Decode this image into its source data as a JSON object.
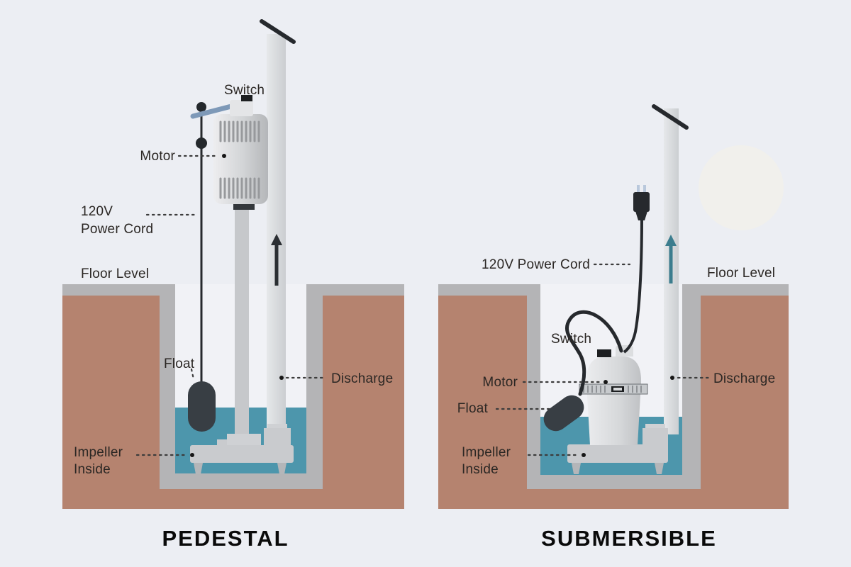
{
  "colors": {
    "background": "#eceef3",
    "pit_cavity": "#f1f2f6",
    "soil": "#b5836f",
    "concrete": "#b4b4b6",
    "water": "#4d96ac",
    "metal_light": "#e3e5e8",
    "metal_mid": "#c6c8cb",
    "dark": "#26292d",
    "arrow_dark": "#2b2f33",
    "arrow_teal": "#3c7d8e",
    "lever_blue": "#7e99b8",
    "label_text": "#2b2724",
    "title_text": "#0a0a0a"
  },
  "pedestal": {
    "title": "PEDESTAL",
    "labels": {
      "switch": "Switch",
      "motor": "Motor",
      "power_cord_line1": "120V",
      "power_cord_line2": "Power Cord",
      "floor_level": "Floor Level",
      "float": "Float",
      "discharge": "Discharge",
      "impeller_line1": "Impeller",
      "impeller_line2": "Inside"
    }
  },
  "submersible": {
    "title": "SUBMERSIBLE",
    "labels": {
      "power_cord": "120V Power Cord",
      "floor_level": "Floor Level",
      "switch": "Switch",
      "motor": "Motor",
      "float": "Float",
      "discharge": "Discharge",
      "impeller_line1": "Impeller",
      "impeller_line2": "Inside"
    }
  }
}
